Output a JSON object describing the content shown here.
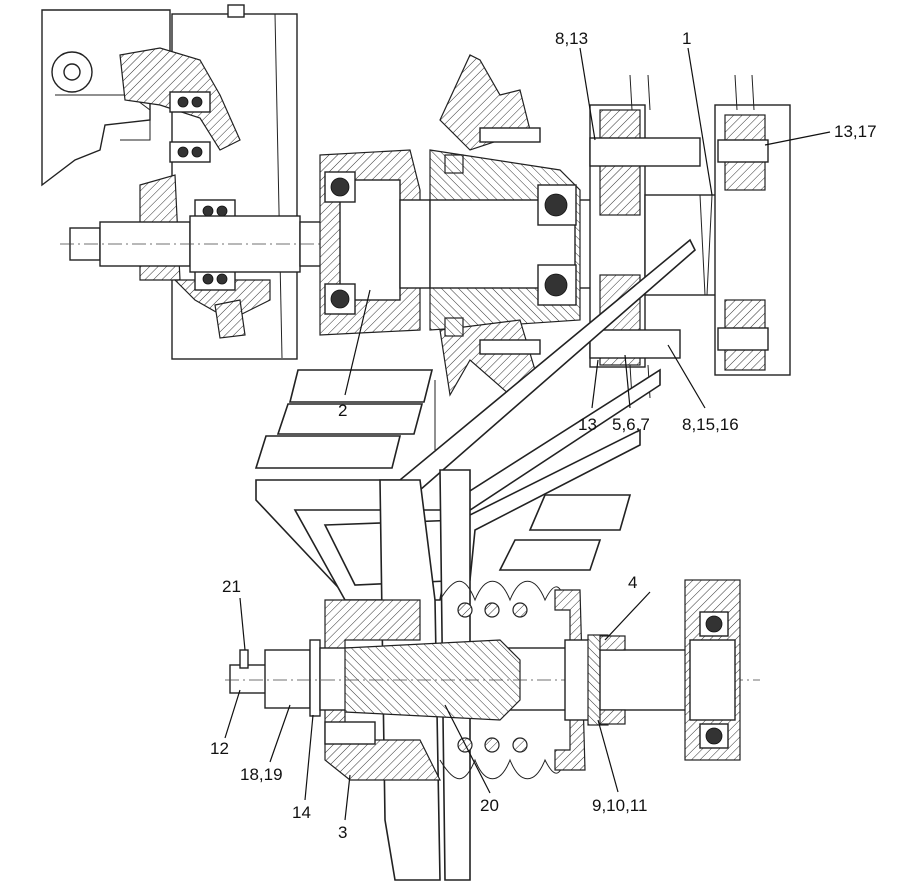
{
  "callouts": {
    "c_8_13": "8,13",
    "c_1": "1",
    "c_13_17": "13,17",
    "c_2": "2",
    "c_13": "13",
    "c_5_6_7": "5,6,7",
    "c_8_15_16": "8,15,16",
    "c_4": "4",
    "c_21": "21",
    "c_12": "12",
    "c_18_19": "18,19",
    "c_14": "14",
    "c_3": "3",
    "c_20": "20",
    "c_9_10_11": "9,10,11"
  }
}
